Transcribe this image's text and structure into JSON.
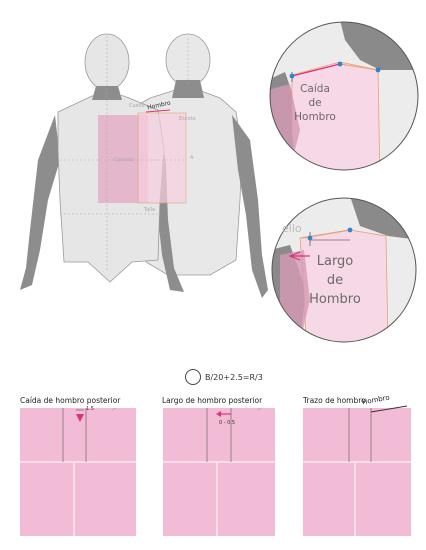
{
  "figure": {
    "formula": "B/20+2.5=R/3",
    "mannequin_labels": {
      "cuello": "Cuello",
      "hombro": "Hombro",
      "escote": "Escote",
      "sisa": "A",
      "talle": "Talle",
      "costado": "Costado"
    },
    "zoom_top": {
      "line1": "Caída",
      "line2": "de",
      "line3": "Hombro"
    },
    "zoom_bottom": {
      "fragment": "ello",
      "line1": "Largo",
      "line2": "de",
      "line3": "Hombro"
    },
    "panels": [
      {
        "title": "Caída de hombro posterior",
        "note": "1.5"
      },
      {
        "title": "Largo de hombro posterior",
        "note": "0 - 0.5"
      },
      {
        "title": "Trazo de hombro",
        "note": "Hombro"
      }
    ],
    "colors": {
      "pink_fill": "#f3bcd6",
      "magenta": "#e0307a",
      "mannequin": "#e6e6e6",
      "dark": "#8c8c8c",
      "blue_point": "#2f86c6",
      "orange_line": "#e8a070"
    }
  }
}
